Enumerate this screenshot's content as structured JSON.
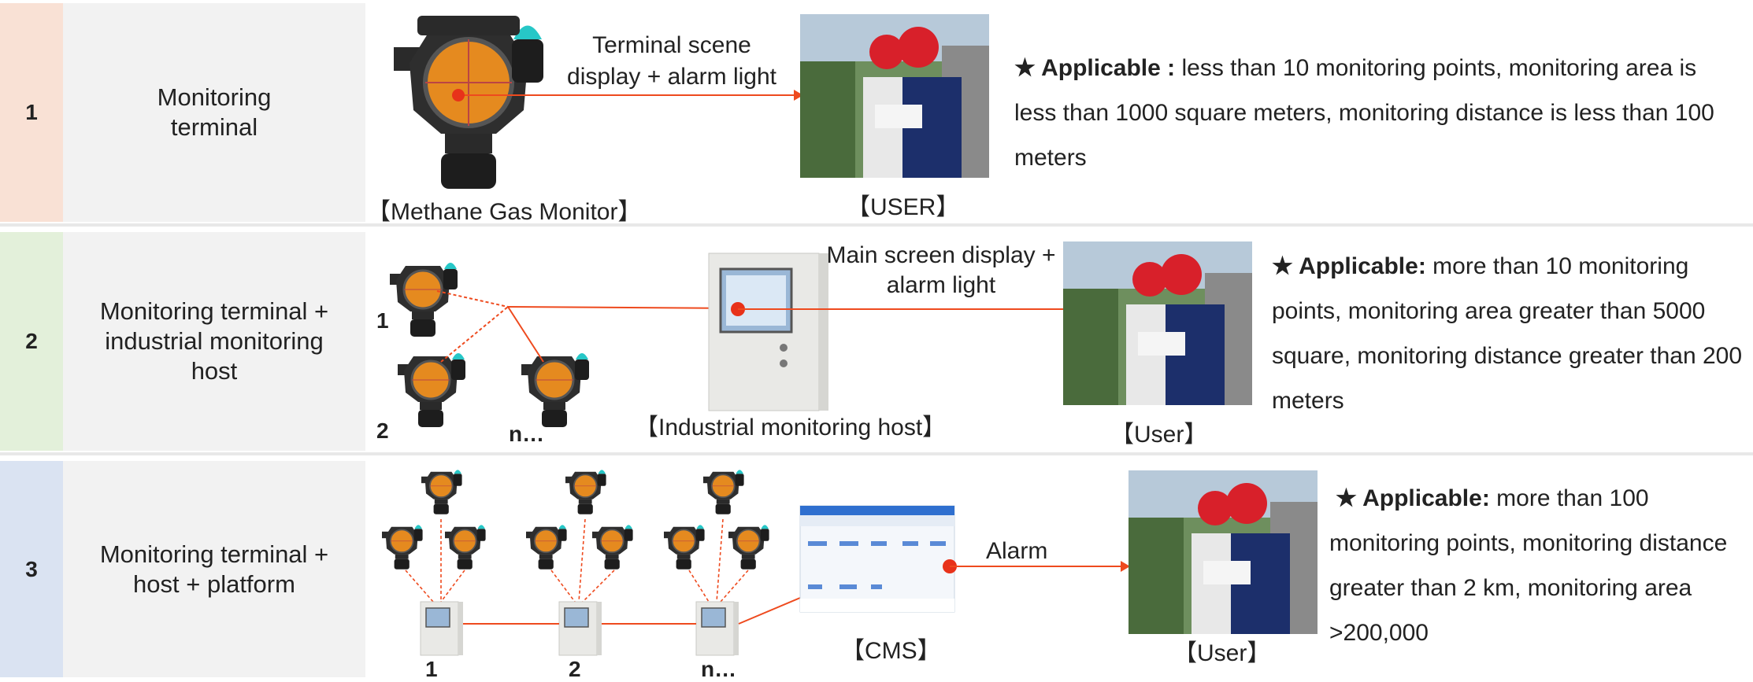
{
  "rows": [
    {
      "number": "1",
      "type_label": "Monitoring\nterminal",
      "device_label": "【Methane Gas Monitor】",
      "connection_label": "Terminal scene\ndisplay + alarm light",
      "user_label": "【USER】",
      "applicable_title": "★ Applicable :",
      "applicable_text": " less than 10 monitoring points, monitoring area is less than 1000 square meters, monitoring distance is less than 100 meters",
      "color": "#f9e1d5"
    },
    {
      "number": "2",
      "type_label": "Monitoring terminal +\nindustrial monitoring\nhost",
      "terminal_labels": [
        "1",
        "2",
        "n…"
      ],
      "host_label": "【Industrial monitoring host】",
      "connection_label": "Main screen display +\nalarm light",
      "user_label": "【User】",
      "applicable_title": "★ Applicable:",
      "applicable_text": " more than 10 monitoring points, monitoring area greater than 5000 square, monitoring distance greater than 200 meters",
      "color": "#e3f0da"
    },
    {
      "number": "3",
      "type_label": "Monitoring terminal +\nhost + platform",
      "host_labels": [
        "1",
        "2",
        "n…"
      ],
      "cms_label": "【CMS】",
      "connection_label": "Alarm",
      "user_label": "【User】",
      "applicable_title": "★ Applicable:",
      "applicable_text": " more than 100 monitoring points, monitoring distance greater than 2 km, monitoring area >200,000",
      "color": "#dae3f2"
    }
  ],
  "colors": {
    "line": "#ee4a1e",
    "dot": "#e8321a",
    "device_body": "#2a2a2a",
    "device_face": "#e58a1f",
    "beacon": "#27c7c7"
  }
}
